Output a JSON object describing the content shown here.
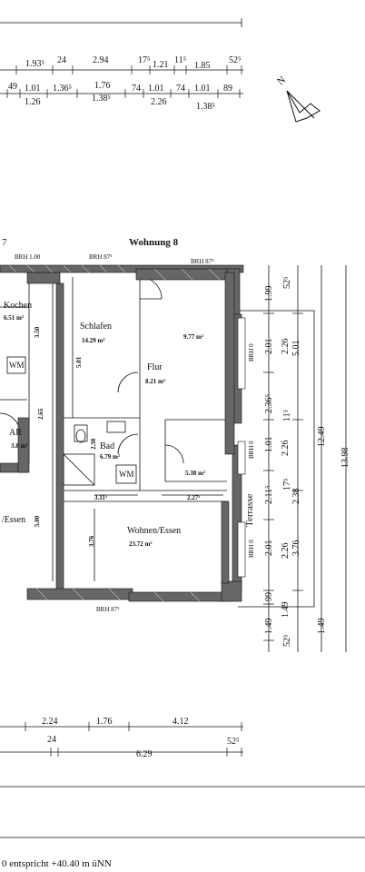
{
  "title": "Wohnung 8",
  "unit_left": "7",
  "footer_note": "0 entspricht +40.40 m üNN",
  "rooms": {
    "kochen": {
      "name": "Kochen",
      "area": "6.51 m²"
    },
    "schlafen": {
      "name": "Schlafen",
      "area": "14.29 m²"
    },
    "room977": {
      "area": "9.77 m²"
    },
    "flur": {
      "name": "Flur",
      "area": "8.21 m²"
    },
    "bad": {
      "name": "Bad",
      "area": "6.79 m²"
    },
    "ar": {
      "name": "AR",
      "area": "3.8 m²"
    },
    "room538": {
      "area": "5.38 m²"
    },
    "wohnen": {
      "name": "Wohnen/Essen",
      "area": "23.72 m²"
    },
    "wohnen_left": {
      "name": "/Essen"
    },
    "terrasse": {
      "name": "Terrasse"
    }
  },
  "fixtures": {
    "wm1": "WM",
    "wm2": "WM"
  },
  "brh": {
    "top_left": "BRH 1.00",
    "top_mid": "BRH 87⁵",
    "top_right": "BRH 87⁵",
    "bottom": "BRH 87⁵",
    "right_1": "BRH 0",
    "right_2": "BRH 0",
    "right_3": "BRH 0"
  },
  "dims_top_row1": [
    "1.93⁵",
    "24",
    "2.94",
    "17⁵",
    "1.21",
    "11⁵",
    "1.85",
    "52⁵"
  ],
  "dims_top_row2": [
    "49",
    "1.01",
    "1.36⁵",
    "1.76",
    "74",
    "1.01",
    "74",
    "1.01",
    "89"
  ],
  "dims_top_row3": [
    "1.26",
    "1.38⁵",
    "2.26",
    "1.38⁵"
  ],
  "dims_bottom_row1": [
    "2.24",
    "1.76",
    "4.12"
  ],
  "dims_bottom_row2": [
    "24",
    "52⁵"
  ],
  "dims_bottom_row3": [
    "6.29"
  ],
  "dims_inner": {
    "d350": "3.50",
    "d501": "5.01",
    "d265": "2.65",
    "d238": "2.38",
    "d500": "5.00",
    "d376": "3.76",
    "d3115": "3.11⁵",
    "d2275": "2.27⁵"
  },
  "dims_right_col1": [
    "1.99",
    "2.01",
    "2.36⁵",
    "1.01",
    "2.11⁵",
    "2.01",
    "99",
    "1.49"
  ],
  "dims_right_col2": [
    "52⁵",
    "2.26",
    "11⁵",
    "2.26",
    "17⁵",
    "2.26",
    "1.49",
    "52⁵"
  ],
  "dims_right_col3": [
    "5.01",
    "2.38",
    "3.76"
  ],
  "dims_right_col4": [
    "12.49",
    "1.49"
  ],
  "dims_right_col5": [
    "13.98"
  ],
  "north": {
    "label": "N"
  }
}
